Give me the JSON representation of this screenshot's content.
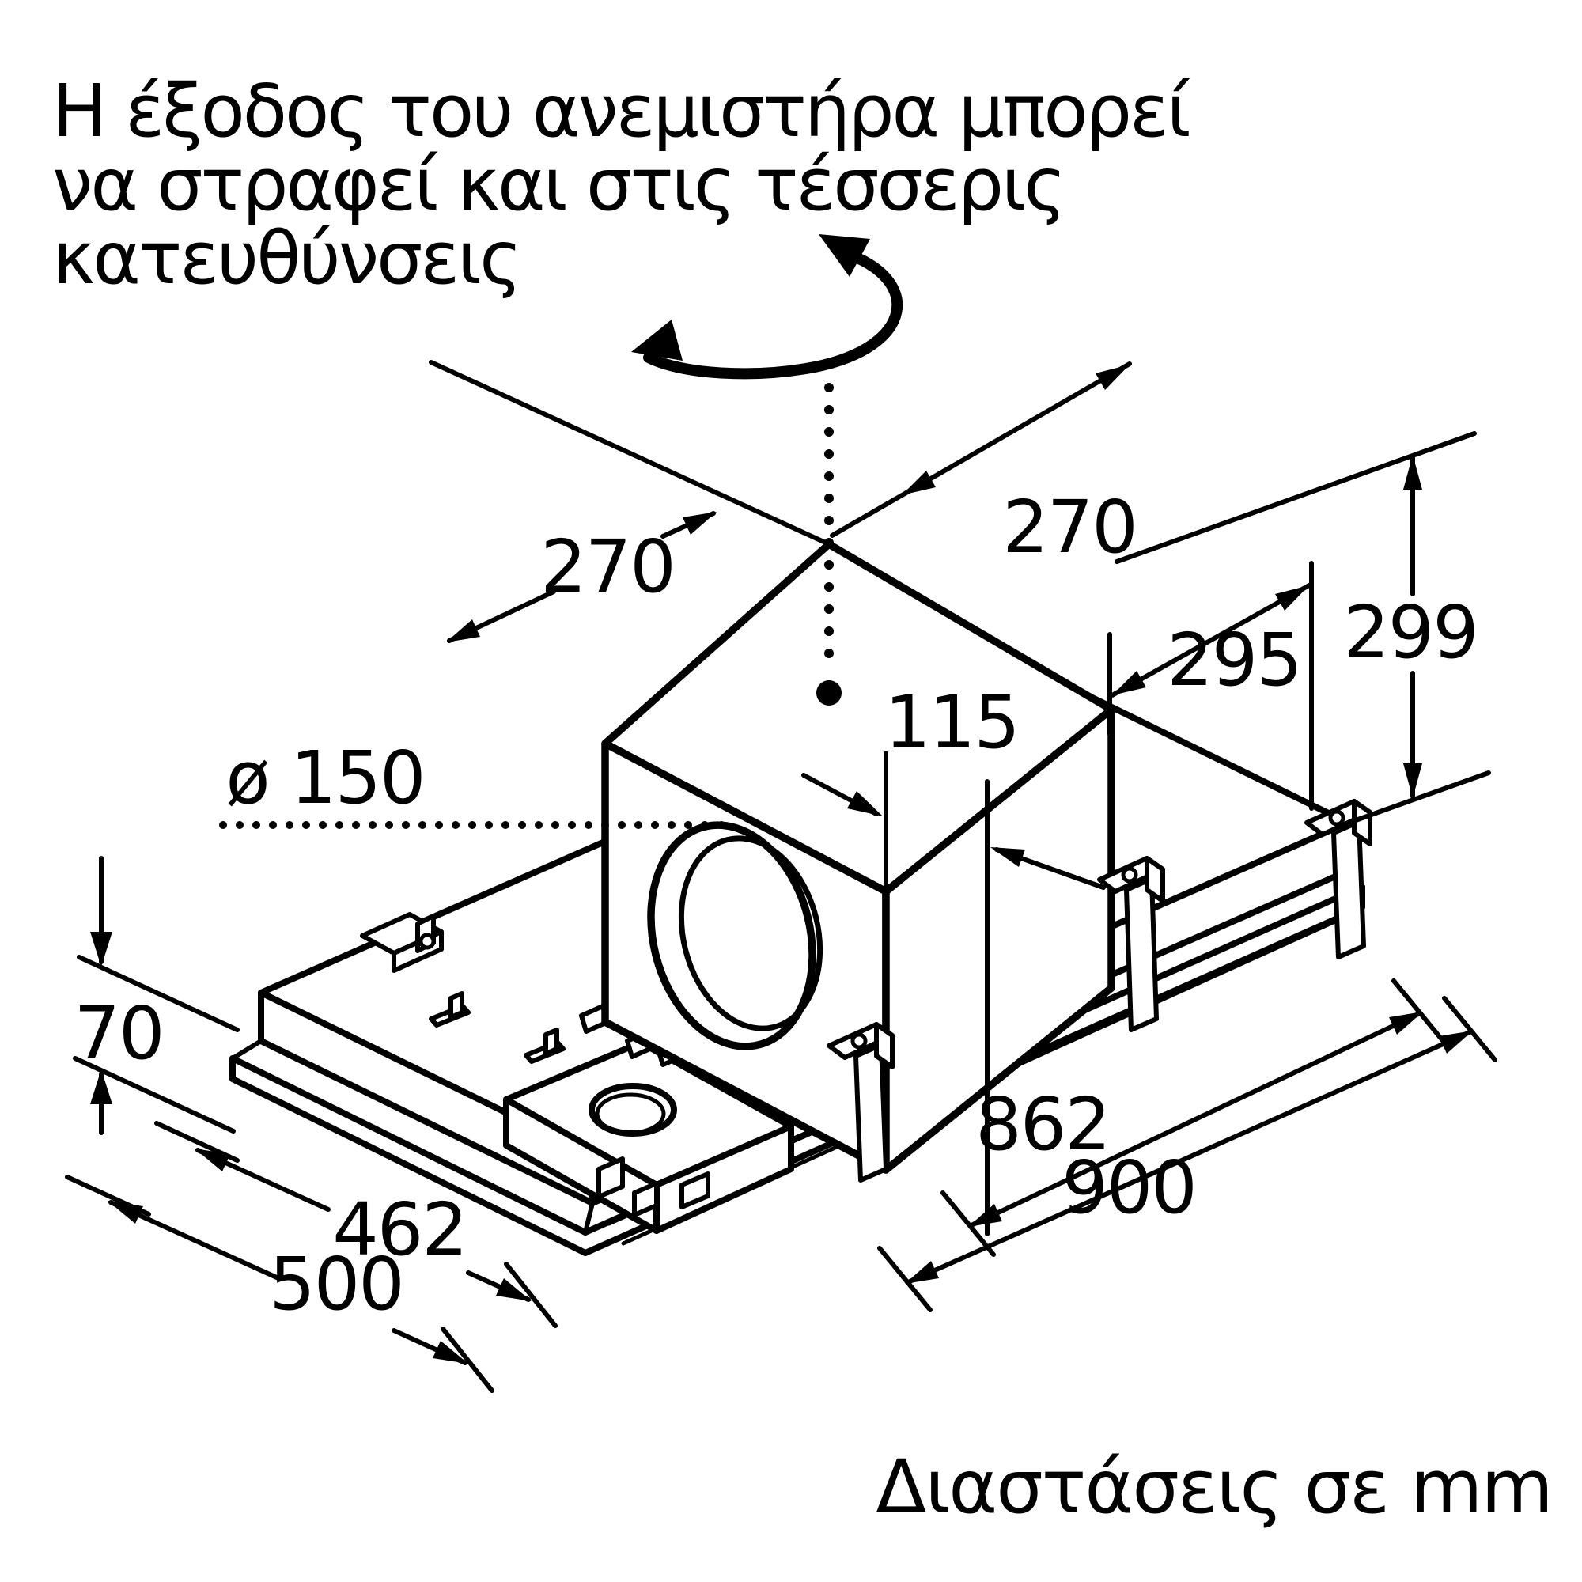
{
  "diagram": {
    "type": "technical-dimension-drawing",
    "subject": "ceiling-mounted extractor fan unit with rotatable outlet box",
    "colors": {
      "ink": "#000000",
      "paper": "#ffffff"
    },
    "title": {
      "line1": "Η έξοδος του ανεμιστήρα μπορεί",
      "line2": "να στραφεί και στις τέσσερις",
      "line3": "κατευθύνσεις"
    },
    "units_note": "Διαστάσεις σε mm",
    "dimensions": {
      "outlet_box_top_left": "270",
      "outlet_box_top_right": "270",
      "outlet_offset": "115",
      "box_to_edge": "295",
      "outlet_box_height": "299",
      "duct_diameter": "ø 150",
      "recess_depth": "70",
      "inner_panel_width": "462",
      "body_width": "500",
      "inner_panel_length": "862",
      "body_length": "900"
    }
  }
}
